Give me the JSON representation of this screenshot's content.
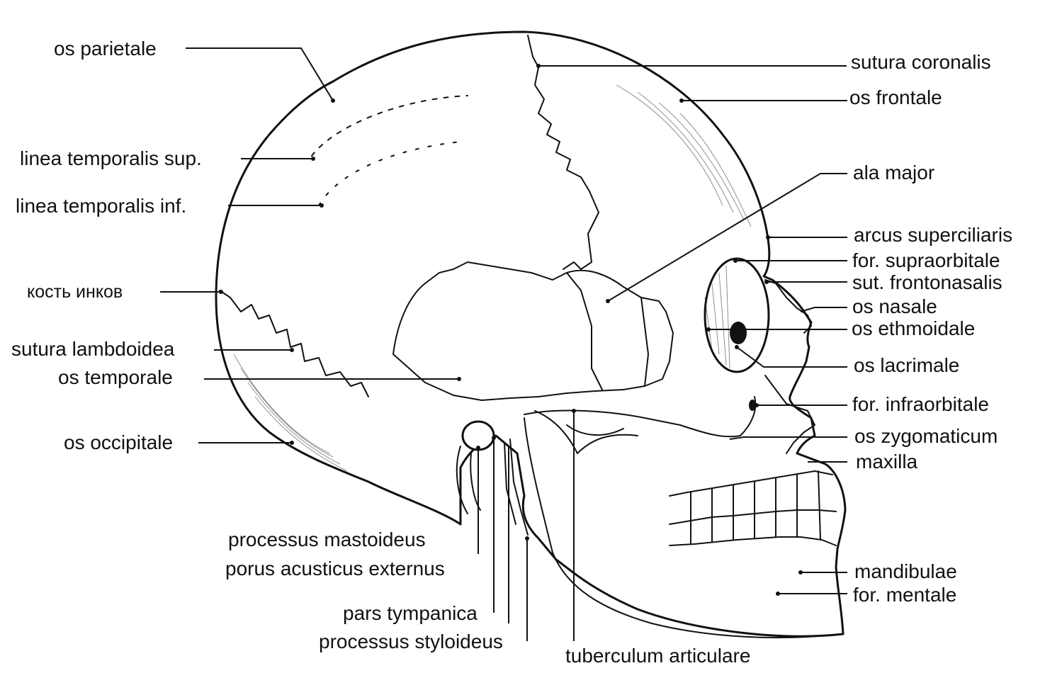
{
  "labels": {
    "os_parietale": "os parietale",
    "linea_temporalis_sup": "linea temporalis sup.",
    "linea_temporalis_inf": "linea temporalis inf.",
    "kost_inkov": "кость инков",
    "sutura_lambdoidea": "sutura lambdoidea",
    "os_temporale": "os temporale",
    "os_occipitale": "os occipitale",
    "processus_mastoideus": "processus mastoideus",
    "porus_acusticus_externus": "porus acusticus externus",
    "pars_tympanica": "pars tympanica",
    "processus_styloideus": "processus styloideus",
    "tuberculum_articulare": "tuberculum articulare",
    "sutura_coronalis": "sutura coronalis",
    "os_frontale": "os frontale",
    "ala_major": "ala major",
    "arcus_superciliaris": "arcus superciliaris",
    "for_supraorbitale": "for. supraorbitale",
    "sut_frontonasalis": "sut. frontonasalis",
    "os_nasale": "os nasale",
    "os_ethmoidale": "os ethmoidale",
    "os_lacrimale": "os lacrimale",
    "for_infraorbitale": "for. infraorbitale",
    "os_zygomaticum": "os zygomaticum",
    "maxilla": "maxilla",
    "mandibulae": "mandibulae",
    "for_mentale": "for. mentale"
  },
  "colors": {
    "ink": "#111111",
    "paper": "#ffffff"
  }
}
